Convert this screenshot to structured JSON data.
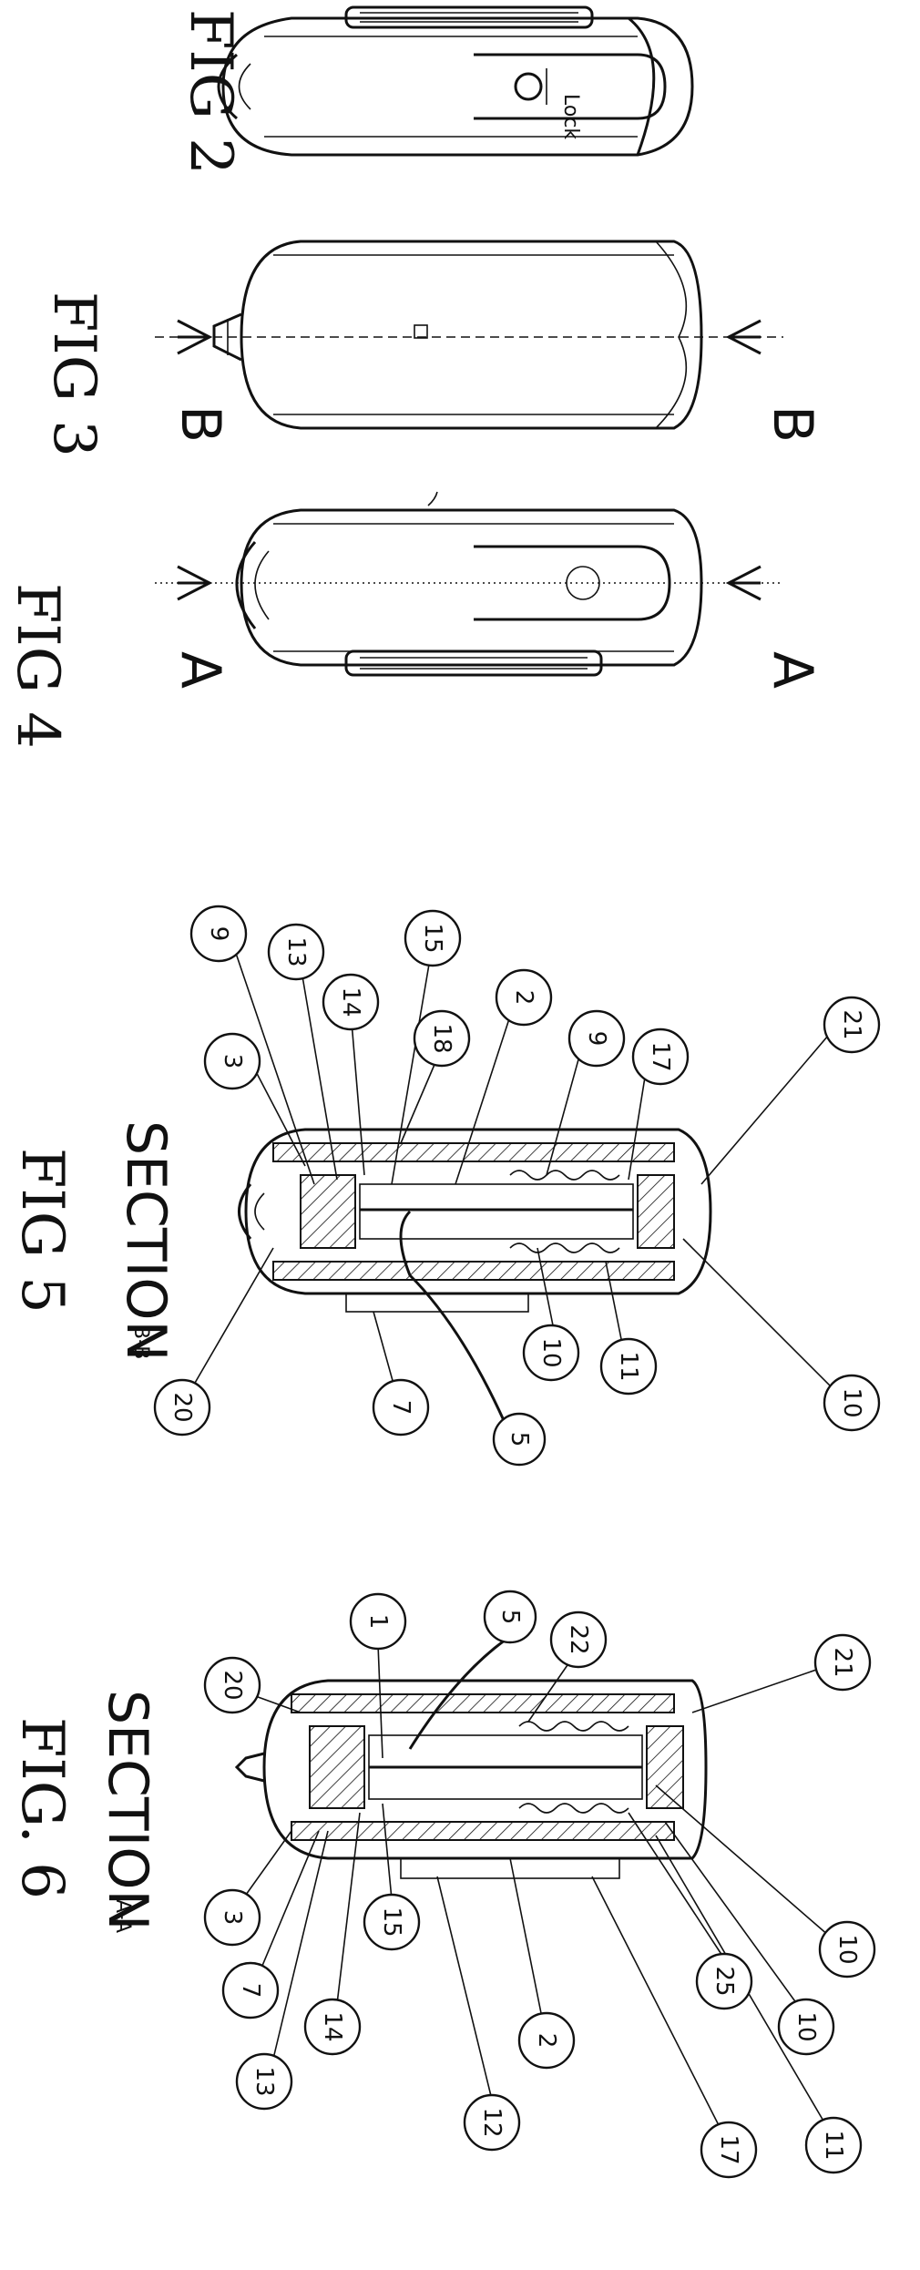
{
  "figures": {
    "fig2": "FIG 2",
    "fig3": "FIG 3",
    "fig4": "FIG 4",
    "fig5": "FIG 5",
    "fig6": "FIG. 6"
  },
  "device": {
    "lock_text": "Lock"
  },
  "section_marks": {
    "b_top": "B",
    "b_bottom": "B",
    "a_top": "A",
    "a_bottom": "A"
  },
  "sections": {
    "bb_title": "SECTION",
    "bb_sub": "B-B",
    "aa_title": "SECTION",
    "aa_sub": "A-A"
  },
  "callouts_fig5": [
    "9",
    "13",
    "15",
    "14",
    "2",
    "18",
    "3",
    "9",
    "17",
    "21",
    "20",
    "7",
    "10",
    "11",
    "10",
    "5"
  ],
  "callouts_fig6": [
    "1",
    "20",
    "22",
    "21",
    "5",
    "3",
    "15",
    "10",
    "7",
    "25",
    "14",
    "10",
    "13",
    "2",
    "11",
    "12",
    "17"
  ]
}
